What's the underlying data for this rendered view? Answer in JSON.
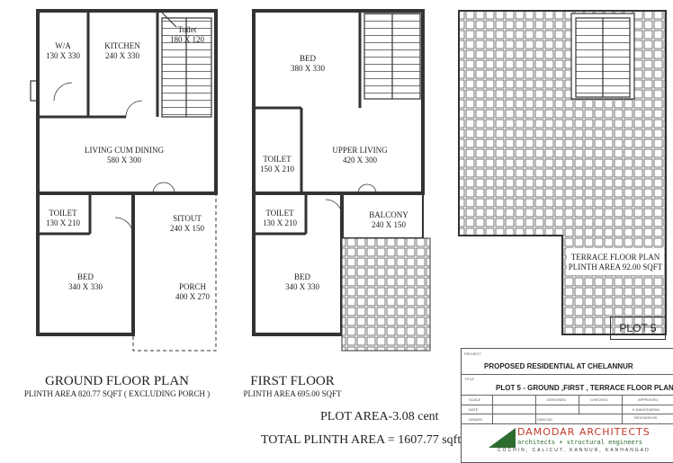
{
  "ground_floor": {
    "title": "GROUND FLOOR PLAN",
    "plinth": "PLINTH AREA 820.77 SQFT  ( EXCLUDING PORCH )",
    "rooms": [
      {
        "name": "W/A",
        "size": "130 X 330"
      },
      {
        "name": "KITCHEN",
        "size": "240 X 330"
      },
      {
        "name": "Toilet",
        "size": "180 X 120"
      },
      {
        "name": "LIVING CUM DINING",
        "size": "580 X 300"
      },
      {
        "name": "TOILET",
        "size": "130 X 210"
      },
      {
        "name": "SITOUT",
        "size": "240 X 150"
      },
      {
        "name": "BED",
        "size": "340 X 330"
      },
      {
        "name": "PORCH",
        "size": "400 X 270"
      }
    ]
  },
  "first_floor": {
    "title": "FIRST FLOOR",
    "plinth": "PLINTH AREA 695.00 SQFT",
    "rooms": [
      {
        "name": "BED",
        "size": "380 X 330"
      },
      {
        "name": "UPPER LIVING",
        "size": "420 X 300"
      },
      {
        "name": "TOILET",
        "size": "150 X 210"
      },
      {
        "name": "TOILET",
        "size": "130 X 210"
      },
      {
        "name": "BALCONY",
        "size": "240 X 150"
      },
      {
        "name": "BED",
        "size": "340 X 330"
      }
    ]
  },
  "terrace": {
    "title": "TERRACE FLOOR PLAN",
    "plinth": "PLINTH AREA 92.00 SQFT"
  },
  "plot_label": "PLOT 5",
  "plot_area": "PLOT AREA-3.08 cent",
  "total_plinth": "TOTAL PLINTH AREA = 1607.77 sqft",
  "title_block": {
    "project_label": "PROJECT",
    "project": "PROPOSED RESIDENTIAL  AT CHELANNUR",
    "title_label": "TITLE",
    "title": "PLOT 5 - GROUND ,FIRST , TERRACE FLOOR PLAN",
    "scale_label": "SCALE",
    "designed_label": "DESIGNED",
    "checked_label": "CHECKED",
    "approved_label": "APPROVED",
    "date_label": "DATE",
    "approved_by": "K.DAMODARAN",
    "drawn_label": "DRAWN",
    "dwg_label": "DWG.NO",
    "revision_label": "REVISION R0",
    "firm": "DAMODAR ARCHITECTS",
    "firm_tagline": "architects + structural engineers",
    "locations": "COCHIN, CALICUT, KANNUR, KANHANGAD"
  },
  "colors": {
    "line": "#333333",
    "brand_red": "#c0392b",
    "brand_green": "#2e6b2e"
  }
}
